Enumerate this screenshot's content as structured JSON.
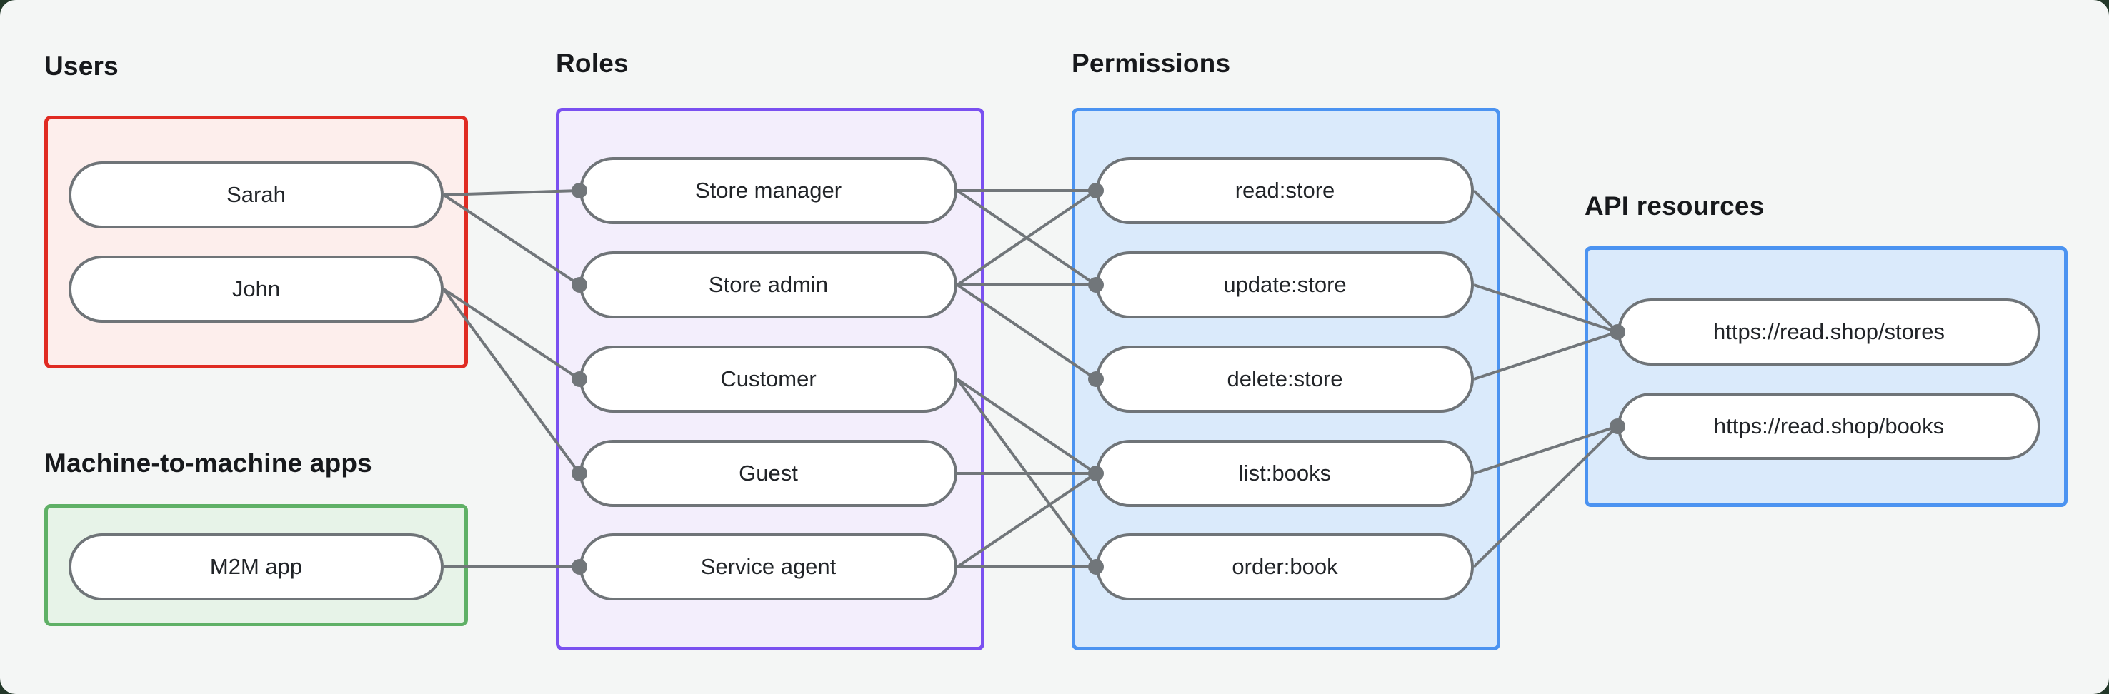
{
  "colors": {
    "outer_bg": "#233829",
    "canvas_bg": "#f4f6f5",
    "users_border": "#e02b22",
    "users_fill": "#fdeeec",
    "m2m_border": "#5fb066",
    "m2m_fill": "#e7f3e8",
    "roles_border": "#7a50f0",
    "roles_fill": "#f3eefc",
    "permissions_border": "#4b93f1",
    "permissions_fill": "#daeafb",
    "api_border": "#4b93f1",
    "api_fill": "#daeafb",
    "node_border": "#6f7478",
    "node_text": "#212428",
    "edge": "#71767a",
    "text": "#17191c"
  },
  "groups": {
    "users": {
      "title": "Users"
    },
    "m2m": {
      "title": "Machine-to-machine apps"
    },
    "roles": {
      "title": "Roles"
    },
    "permissions": {
      "title": "Permissions"
    },
    "api_resources": {
      "title": "API resources"
    }
  },
  "nodes": {
    "sarah": "Sarah",
    "john": "John",
    "m2m-app": "M2M app",
    "store-manager": "Store manager",
    "store-admin": "Store admin",
    "customer": "Customer",
    "guest": "Guest",
    "service-agent": "Service agent",
    "read-store": "read:store",
    "update-store": "update:store",
    "delete-store": "delete:store",
    "list-books": "list:books",
    "order-book": "order:book",
    "api-stores": "https://read.shop/stores",
    "api-books": "https://read.shop/books"
  },
  "edges": [
    {
      "from": "sarah",
      "to": "store-manager"
    },
    {
      "from": "sarah",
      "to": "store-admin"
    },
    {
      "from": "john",
      "to": "customer"
    },
    {
      "from": "john",
      "to": "guest"
    },
    {
      "from": "m2m-app",
      "to": "service-agent"
    },
    {
      "from": "store-manager",
      "to": "read-store"
    },
    {
      "from": "store-manager",
      "to": "update-store"
    },
    {
      "from": "store-admin",
      "to": "read-store"
    },
    {
      "from": "store-admin",
      "to": "update-store"
    },
    {
      "from": "store-admin",
      "to": "delete-store"
    },
    {
      "from": "customer",
      "to": "list-books"
    },
    {
      "from": "customer",
      "to": "order-book"
    },
    {
      "from": "guest",
      "to": "list-books"
    },
    {
      "from": "service-agent",
      "to": "list-books"
    },
    {
      "from": "service-agent",
      "to": "order-book"
    },
    {
      "from": "read-store",
      "to": "api-stores"
    },
    {
      "from": "update-store",
      "to": "api-stores"
    },
    {
      "from": "delete-store",
      "to": "api-stores"
    },
    {
      "from": "list-books",
      "to": "api-books"
    },
    {
      "from": "order-book",
      "to": "api-books"
    }
  ]
}
